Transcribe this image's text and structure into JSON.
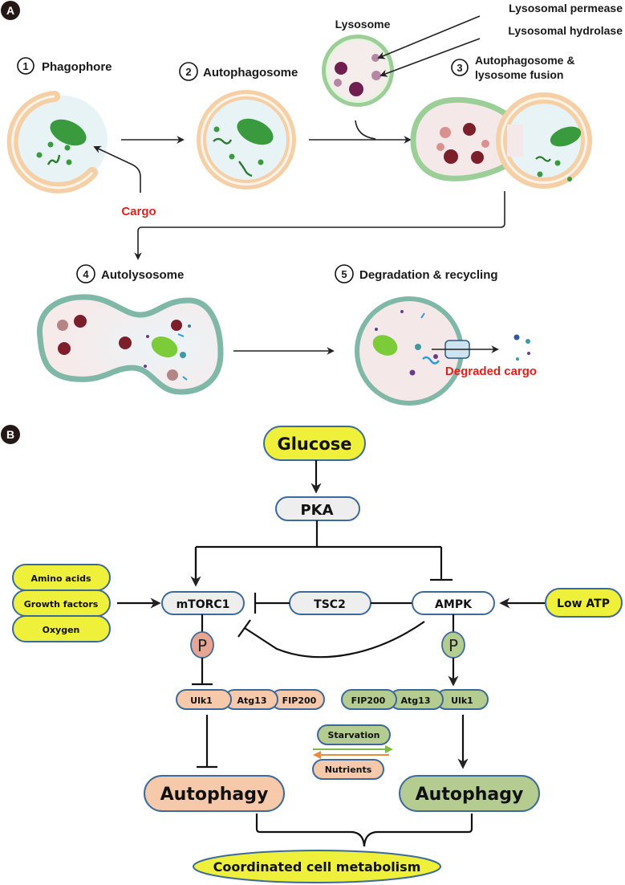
{
  "panel_a": {
    "badge": "A",
    "steps": [
      {
        "num": "1",
        "label": "Phagophore"
      },
      {
        "num": "2",
        "label": "Autophagosome"
      },
      {
        "num": "3",
        "label_line1": "Autophagosome &",
        "label_line2": "lysosome fusion"
      },
      {
        "num": "4",
        "label": "Autolysosome"
      },
      {
        "num": "5",
        "label": "Degradation & recycling"
      }
    ],
    "lysosome_label": "Lysosome",
    "permease_label": "Lysosomal permease",
    "hydrolase_label": "Lysosomal hydrolase",
    "cargo_label": "Cargo",
    "degraded_cargo_label": "Degraded cargo",
    "colors": {
      "phagophore_membrane": "#f5cfa6",
      "lysosome_membrane": "#9ccf97",
      "autolysosome_membrane": "#7fb8a6",
      "mitochondria": "#3a9a3e",
      "hydrolase_dark": "#7d1f2b",
      "accent_red": "#e0201c"
    }
  },
  "panel_b": {
    "badge": "B",
    "glucose": "Glucose",
    "pka": "PKA",
    "inputs_left": [
      "Amino acids",
      "Growth factors",
      "Oxygen"
    ],
    "mtorc1": "mTORC1",
    "tsc2": "TSC2",
    "ampk": "AMPK",
    "low_atp": "Low ATP",
    "phospho": "P",
    "complex_left": [
      "Ulk1",
      "Atg13",
      "FIP200"
    ],
    "complex_right": [
      "FIP200",
      "Atg13",
      "Ulk1"
    ],
    "starvation": "Starvation",
    "nutrients": "Nutrients",
    "autophagy_left": "Autophagy",
    "autophagy_right": "Autophagy",
    "outcome": "Coordinated cell metabolism",
    "colors": {
      "yellow": "#eef03a",
      "grey": "#eeeeee",
      "peach": "#f6c9ab",
      "green": "#b5cc90",
      "border": "#3d6a9a",
      "p_left": "#e9a593",
      "p_right": "#b5cc90",
      "arrow_green": "#7dbb44",
      "arrow_orange": "#ee8a3a"
    }
  }
}
